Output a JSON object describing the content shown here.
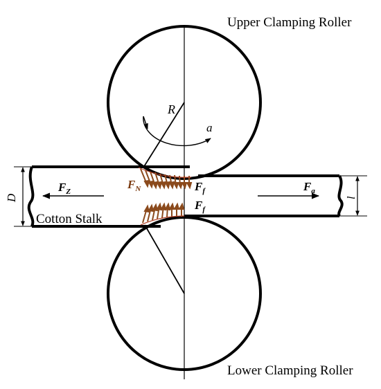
{
  "labels": {
    "upper_roller": "Upper Clamping Roller",
    "lower_roller": "Lower Clamping Roller",
    "stalk": "Cotton Stalk",
    "radius": "R",
    "angle": "a",
    "diameter": "D",
    "thickness": "l"
  },
  "forces": {
    "fz": {
      "main": "F",
      "sub": "Z"
    },
    "fn": {
      "main": "F",
      "sub": "N"
    },
    "ff_top": {
      "main": "F",
      "sub": "f"
    },
    "ff_bottom": {
      "main": "F",
      "sub": "f"
    },
    "fa": {
      "main": "F",
      "sub": "a"
    }
  },
  "colors": {
    "line": "#000000",
    "pressure_arrows": "#8b4a1c",
    "pressure_label": "#7a3a10"
  }
}
